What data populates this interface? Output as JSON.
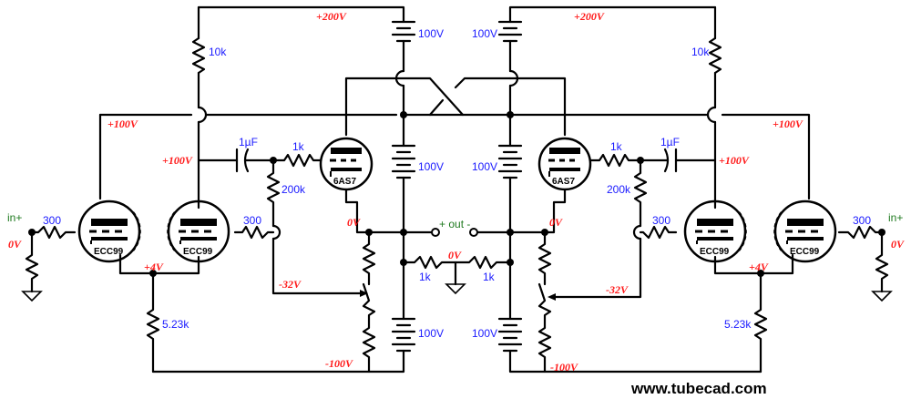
{
  "labels": {
    "plus200": "+200V",
    "plus100": "+100V",
    "plus4": "+4V",
    "zero": "0V",
    "minus32": "-32V",
    "minus100": "-100V",
    "in_plus": "in+",
    "out_plus": "+ out -",
    "r10k": "10k",
    "r300": "300",
    "r1k": "1k",
    "r200k": "200k",
    "r523k": "5.23k",
    "c1uf": "1µF",
    "b100v": "100V",
    "tube_ecc99": "ECC99",
    "tube_6as7": "6AS7",
    "website": "www.tubecad.com"
  },
  "colors": {
    "voltage": "#ff1a1a",
    "component": "#1a1aff",
    "io": "#1f7a1f",
    "wire": "#000000"
  }
}
